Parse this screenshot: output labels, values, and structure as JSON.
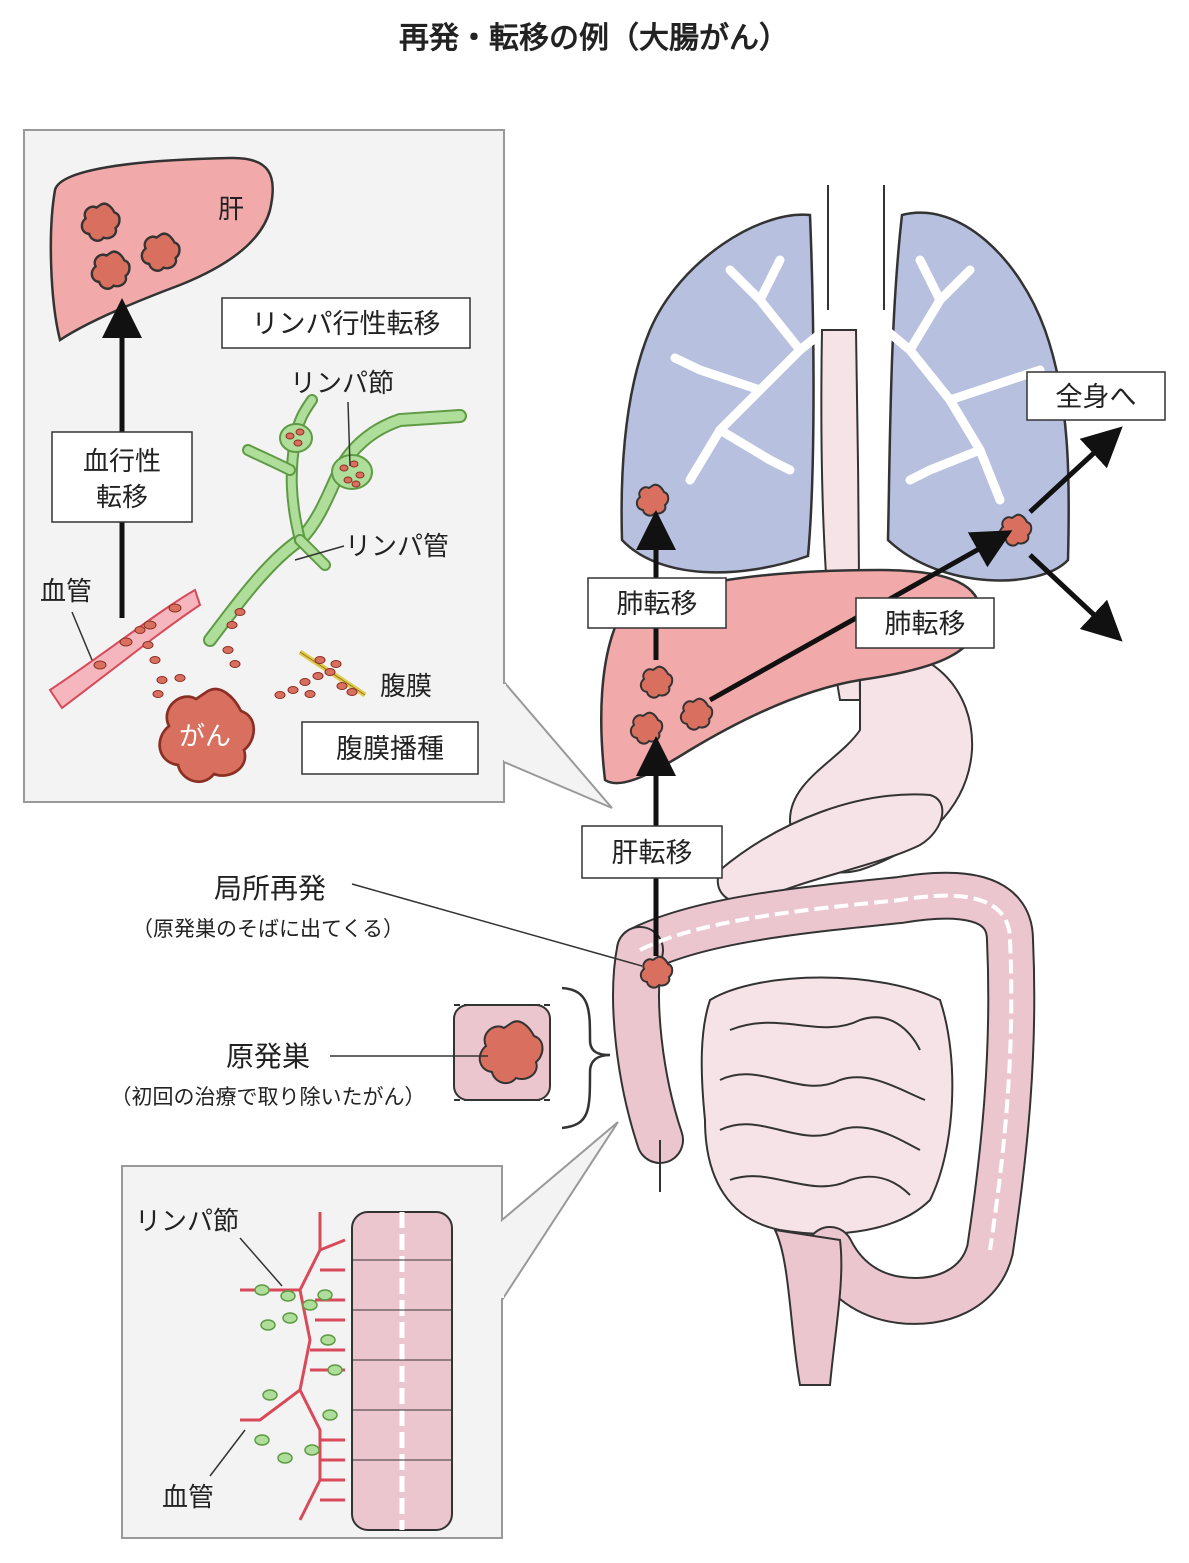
{
  "title": "再発・転移の例（大腸がん）",
  "colors": {
    "tumor": "#d9705f",
    "tumor_stroke": "#8a2f24",
    "liver": "#f1aaa9",
    "lung": "#b8c0e0",
    "lymph": "#aede9a",
    "intestine": "#ecc6cf",
    "vessel": "#f5b7bd",
    "panel_bg": "#f3f3f3"
  },
  "top_panel": {
    "liver_label": "肝",
    "lymphatic_metastasis": "リンパ行性転移",
    "lymph_node": "リンパ節",
    "lymph_vessel": "リンパ管",
    "hematogenous_line1": "血行性",
    "hematogenous_line2": "転移",
    "blood_vessel": "血管",
    "peritoneum": "腹膜",
    "cancer": "がん",
    "peritoneal_dissemination": "腹膜播種"
  },
  "body": {
    "whole_body": "全身へ",
    "lung_metastasis_left": "肺転移",
    "lung_metastasis_right": "肺転移",
    "liver_metastasis": "肝転移",
    "local_recurrence": "局所再発",
    "local_recurrence_note": "（原発巣のそばに出てくる）",
    "primary_lesion": "原発巣",
    "primary_lesion_note": "（初回の治療で取り除いたがん）"
  },
  "bottom_panel": {
    "lymph_node": "リンパ節",
    "blood_vessel": "血管"
  }
}
